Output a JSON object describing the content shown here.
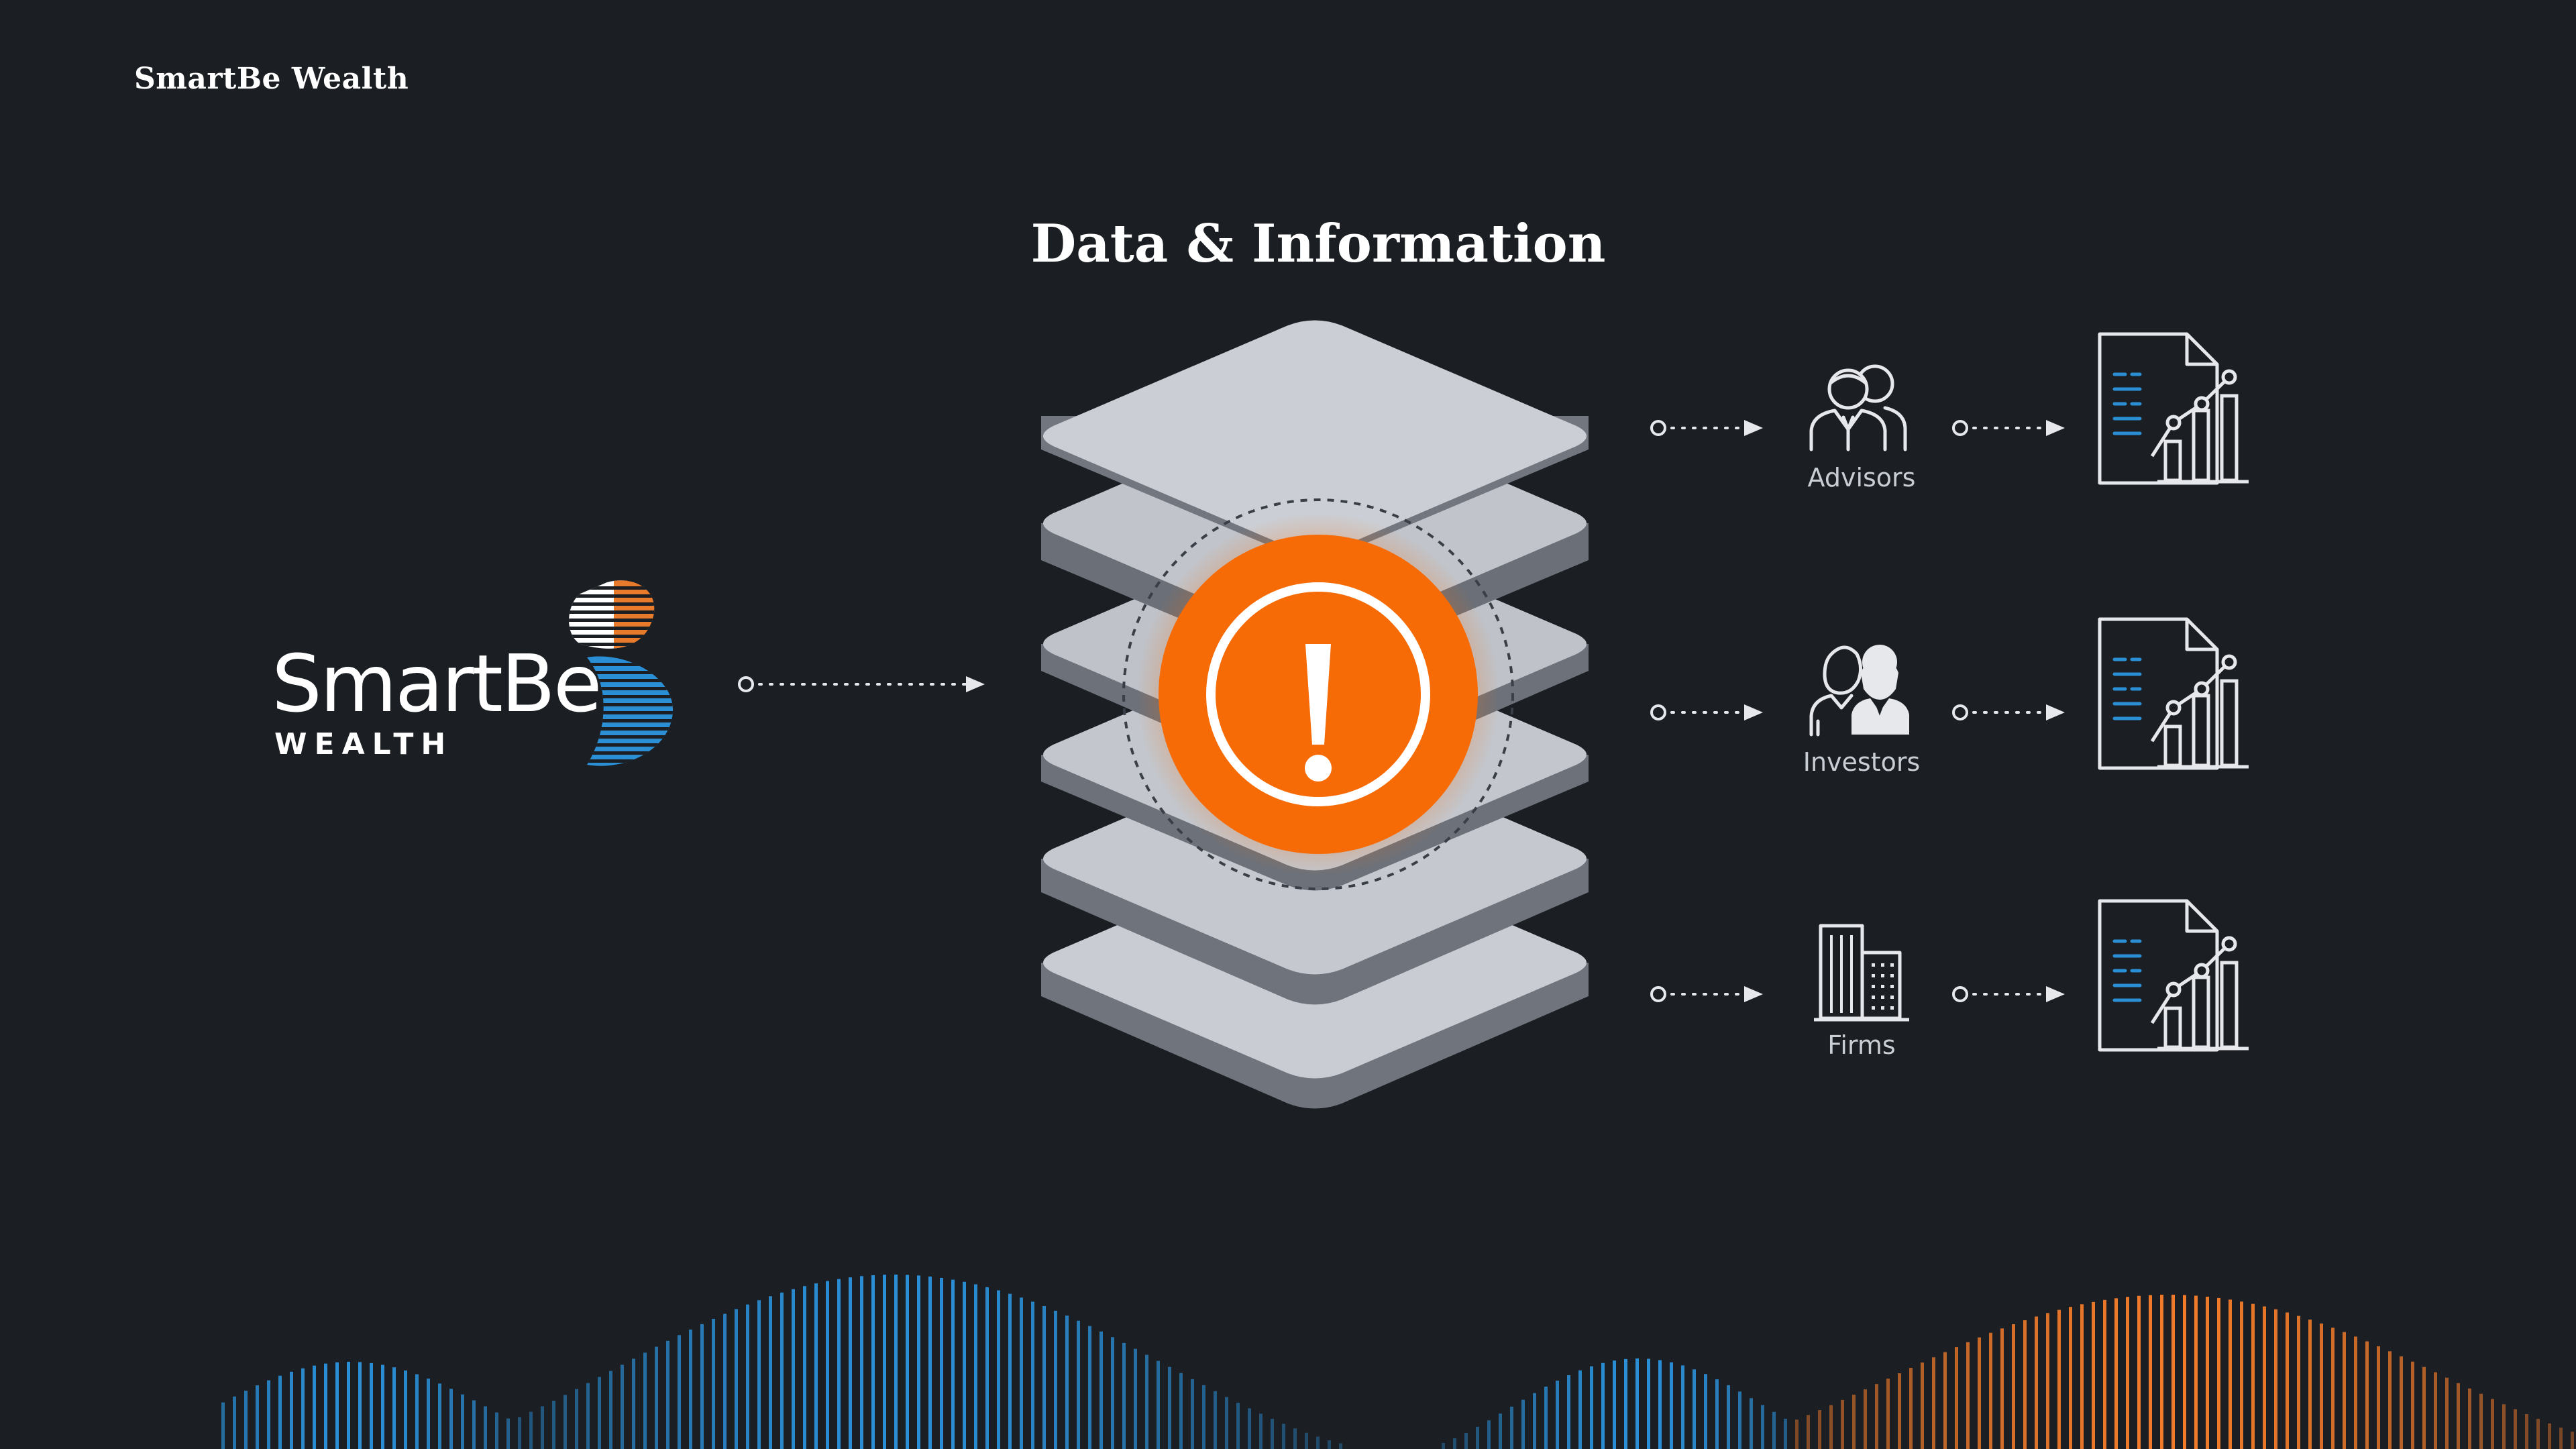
{
  "header": {
    "brand": "SmartBe Wealth"
  },
  "title": "Data & Information",
  "logo": {
    "wordmark": "SmartBe",
    "subtitle": "WEALTH"
  },
  "center": {
    "icon": "alert-exclamation-icon",
    "accent": "#f76b06"
  },
  "audiences": [
    {
      "label": "Advisors",
      "icon": "advisors-people-icon"
    },
    {
      "label": "Investors",
      "icon": "investors-people-icon"
    },
    {
      "label": "Firms",
      "icon": "firms-buildings-icon"
    }
  ],
  "report_icon": "report-chart-icon",
  "colors": {
    "background": "#1b1f24",
    "accent_orange": "#f76b06",
    "accent_blue": "#2b8fd6",
    "layer_light": "#c8cbd1",
    "layer_dark": "#6c7078"
  }
}
